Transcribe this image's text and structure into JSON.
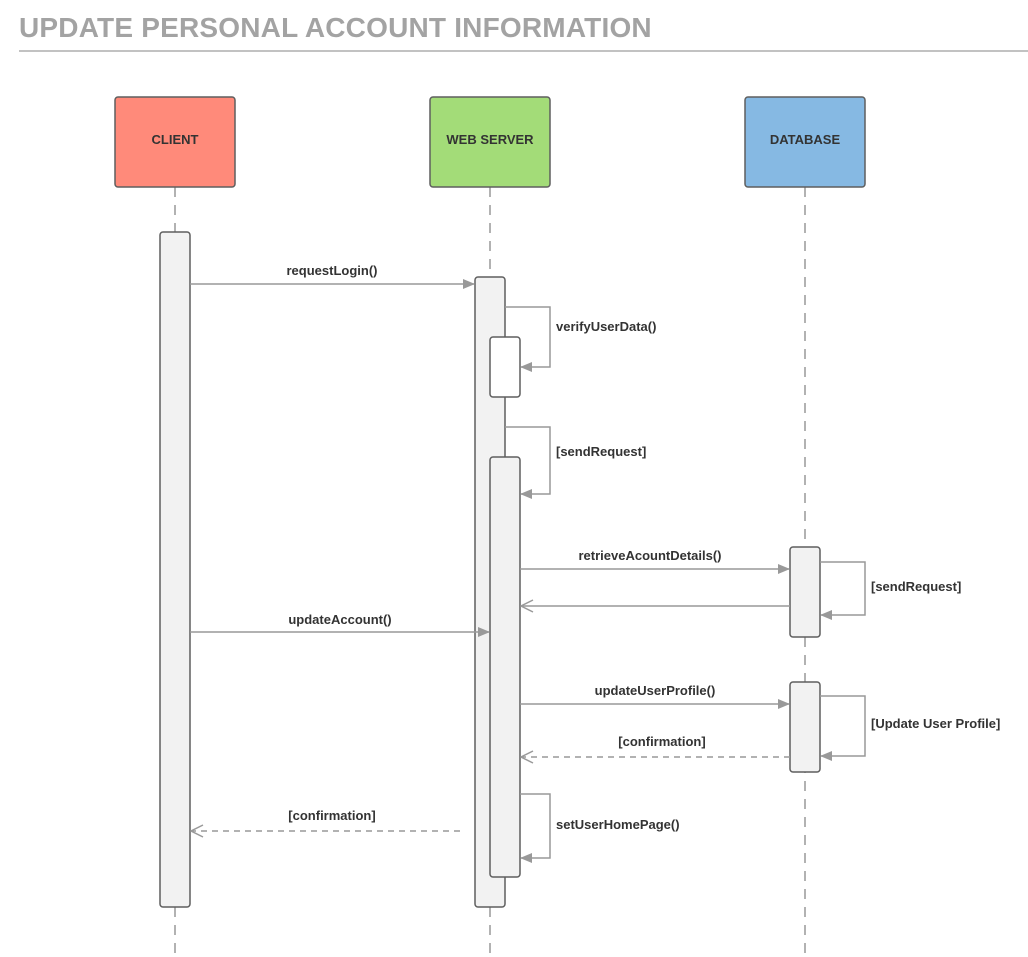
{
  "title": "UPDATE PERSONAL ACCOUNT INFORMATION",
  "colors": {
    "client": "#ff8a7a",
    "web_server": "#a3dc78",
    "database": "#86b9e3",
    "line": "#999999",
    "activation": "#f2f2f2"
  },
  "participants": [
    {
      "id": "client",
      "label": "CLIENT"
    },
    {
      "id": "web_server",
      "label": "WEB SERVER"
    },
    {
      "id": "database",
      "label": "DATABASE"
    }
  ],
  "messages": {
    "request_login": "requestLogin()",
    "verify_user_data": "verifyUserData()",
    "send_request_server": "[sendRequest]",
    "retrieve_account_details": "retrieveAcountDetails()",
    "send_request_db": "[sendRequest]",
    "update_account": "updateAccount()",
    "update_user_profile": "updateUserProfile()",
    "update_user_profile_self": "[Update User Profile]",
    "confirmation_db": "[confirmation]",
    "confirmation_client": "[confirmation]",
    "set_user_home_page": "setUserHomePage()"
  }
}
